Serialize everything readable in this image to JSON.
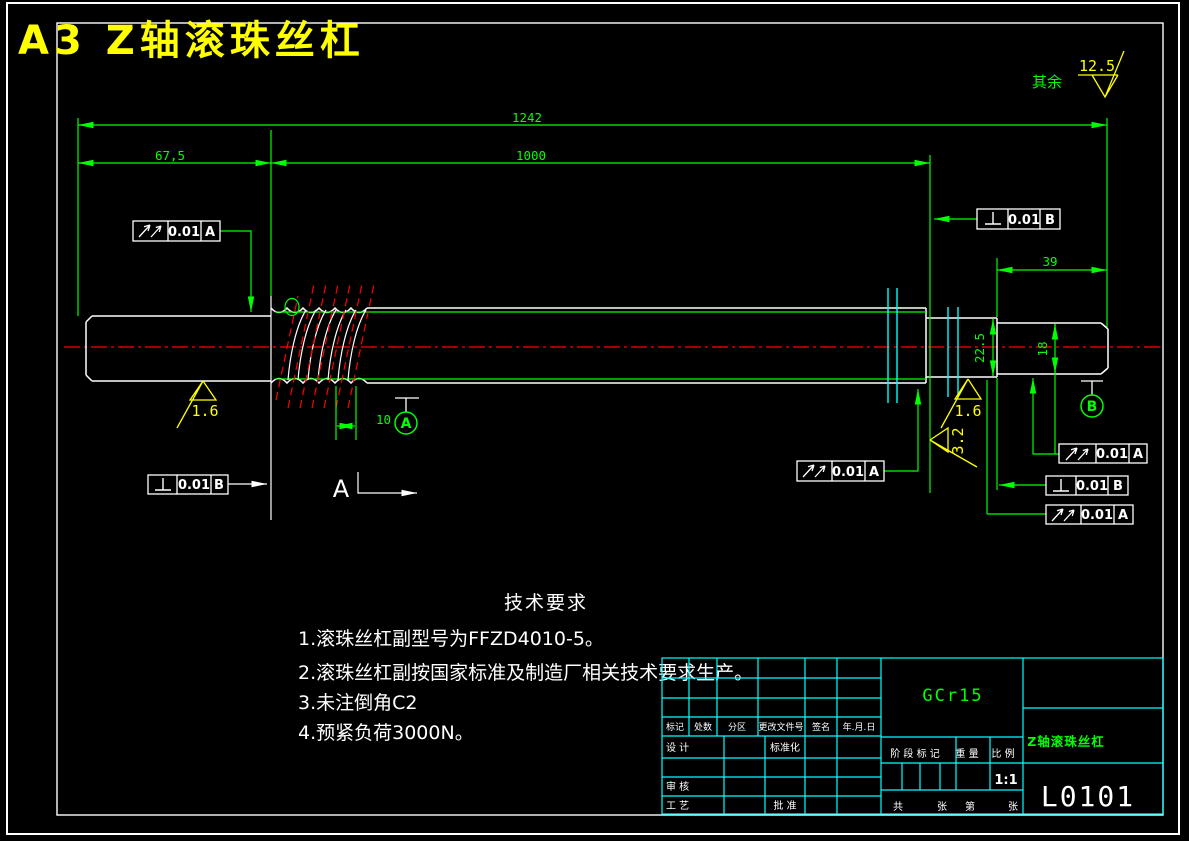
{
  "title": "A3 Z轴滚珠丝杠",
  "general_roughness": {
    "label": "其余",
    "value": "12.5"
  },
  "dims": {
    "overall": "1242",
    "left_journal": "67,5",
    "thread_length": "1000",
    "right_end": "39",
    "lead": "10",
    "mid_dia": "22.5",
    "end_dia": "18"
  },
  "roughness": {
    "left_journal": "1.6",
    "mid_section": "1.6",
    "shoulder": "3.2"
  },
  "datum": {
    "a": "A",
    "b": "B"
  },
  "section_label": "A",
  "icons": {
    "runout-icon": "↗↗",
    "perpendicularity-icon": "⊥",
    "roughness-icon": "✓"
  },
  "frames": [
    {
      "symbol": "runout",
      "tol": "0.01",
      "datum": "A"
    },
    {
      "symbol": "perpendicularity",
      "tol": "0.01",
      "datum": "B"
    },
    {
      "symbol": "perpendicularity",
      "tol": "0.01",
      "datum": "B"
    },
    {
      "symbol": "runout",
      "tol": "0.01",
      "datum": "A"
    },
    {
      "symbol": "runout",
      "tol": "0.01",
      "datum": "A"
    },
    {
      "symbol": "perpendicularity",
      "tol": "0.01",
      "datum": "B"
    },
    {
      "symbol": "runout",
      "tol": "0.01",
      "datum": "A"
    }
  ],
  "tech": {
    "heading": "技术要求",
    "items": [
      "1.滚珠丝杠副型号为FFZD4010-5。",
      "2.滚珠丝杠副按国家标准及制造厂相关技术要求生产。",
      "3.未注倒角C2",
      "4.预紧负荷3000N。"
    ]
  },
  "title_block": {
    "material": "GCr15",
    "part_name": "Z轴滚珠丝杠",
    "drawing_no": "L0101",
    "scale_value": "1:1",
    "stage_label": "阶 段 标 记",
    "weight_label": "重 量",
    "scale_label": "比 例",
    "revision_headers": [
      "标记",
      "处数",
      "分区",
      "更改文件号",
      "签名",
      "年.月.日"
    ],
    "roles": {
      "design": "设 计",
      "standardization": "标准化",
      "check": "审 核",
      "process": "工 艺",
      "approve": "批 准"
    },
    "sheet_labels": [
      "共",
      "张",
      "第",
      "张"
    ]
  }
}
